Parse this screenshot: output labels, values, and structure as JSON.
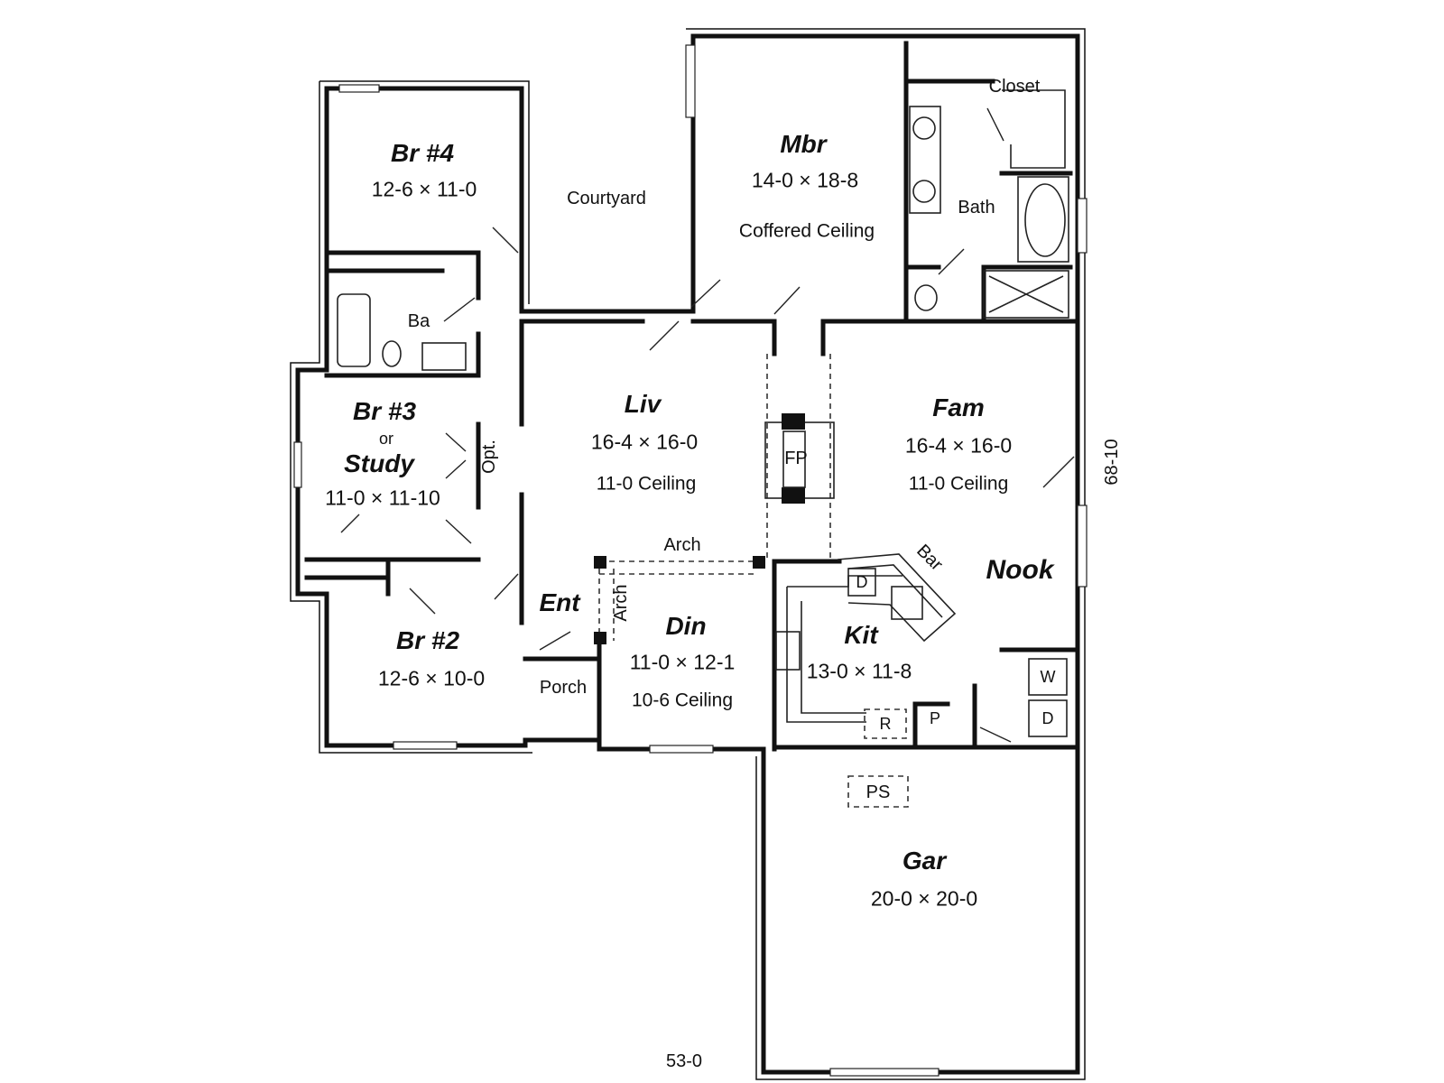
{
  "rooms": {
    "br4": {
      "name": "Br #4",
      "dims": "12-6 × 11-0"
    },
    "courtyard": {
      "name": "Courtyard"
    },
    "mbr": {
      "name": "Mbr",
      "dims": "14-0 × 18-8",
      "ceiling": "Coffered Ceiling"
    },
    "closet": {
      "name": "Closet"
    },
    "bath": {
      "name": "Bath"
    },
    "ba": {
      "name": "Ba"
    },
    "br3": {
      "name_line1": "Br #3",
      "name_line2": "or",
      "name_line3": "Study",
      "dims": "11-0 × 11-10",
      "opt": "Opt."
    },
    "liv": {
      "name": "Liv",
      "dims": "16-4 × 16-0",
      "ceiling": "11-0 Ceiling"
    },
    "fp": {
      "name": "FP"
    },
    "fam": {
      "name": "Fam",
      "dims": "16-4 × 16-0",
      "ceiling": "11-0 Ceiling"
    },
    "arch_top": {
      "name": "Arch"
    },
    "arch_side": {
      "name": "Arch"
    },
    "bar": {
      "name": "Bar"
    },
    "nook": {
      "name": "Nook"
    },
    "ent": {
      "name": "Ent"
    },
    "din": {
      "name": "Din",
      "dims": "11-0 × 12-1",
      "ceiling": "10-6 Ceiling"
    },
    "kit": {
      "name": "Kit",
      "dims": "13-0 × 11-8"
    },
    "br2": {
      "name": "Br #2",
      "dims": "12-6 × 10-0"
    },
    "porch": {
      "name": "Porch"
    },
    "gar": {
      "name": "Gar",
      "dims": "20-0 × 20-0"
    },
    "ps": {
      "name": "PS"
    }
  },
  "appliances": {
    "dishwasher": "D",
    "refrigerator": "R",
    "pantry": "P",
    "washer": "W",
    "dryer": "D"
  },
  "overall": {
    "width": "53-0",
    "depth": "68-10"
  }
}
